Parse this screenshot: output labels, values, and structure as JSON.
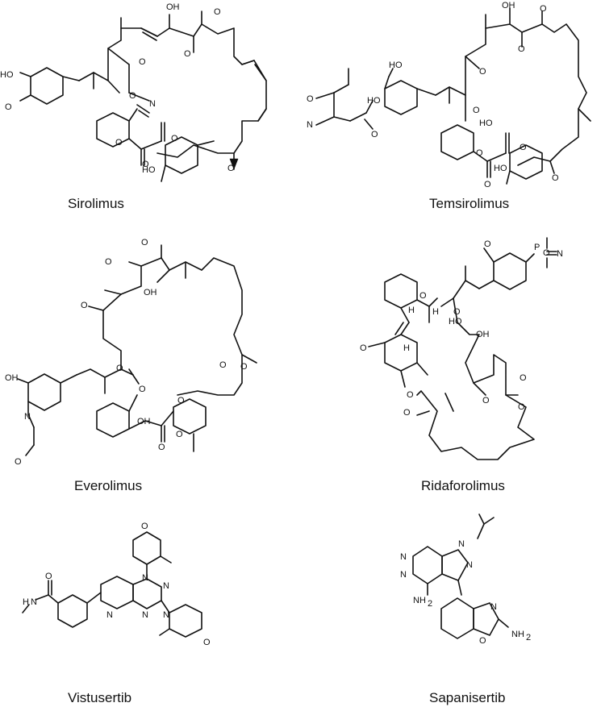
{
  "figure": {
    "panels": [
      {
        "name": "Sirolimus",
        "atoms": [
          "OH",
          "O",
          "O",
          "HO",
          "O",
          "O",
          "O",
          "N",
          "O",
          "HO",
          "O",
          "O"
        ]
      },
      {
        "name": "Temsirolimus",
        "atoms": [
          "OH",
          "O",
          "O",
          "O",
          "HO",
          "O",
          "HO",
          "O",
          "N",
          "O",
          "HO",
          "O",
          "O"
        ]
      },
      {
        "name": "Everolimus",
        "atoms": [
          "O",
          "O",
          "OH",
          "O",
          "O",
          "O",
          "O",
          "OH",
          "N",
          "O",
          "OH",
          "O",
          "O"
        ]
      },
      {
        "name": "Ridaforolimus",
        "atoms": [
          "O",
          "P",
          "O",
          "N",
          "H",
          "O",
          "H",
          "O",
          "HO",
          "O",
          "H",
          "O",
          "O",
          "OH",
          "O",
          "O"
        ]
      },
      {
        "name": "Vistusertib",
        "atoms": [
          "O",
          "N",
          "N",
          "N",
          "N",
          "N",
          "O",
          "O",
          "H",
          "N"
        ]
      },
      {
        "name": "Sapanisertib",
        "atoms": [
          "N",
          "N",
          "N",
          "N",
          "NH",
          "2",
          "N",
          "O",
          "NH",
          "2"
        ]
      }
    ]
  }
}
